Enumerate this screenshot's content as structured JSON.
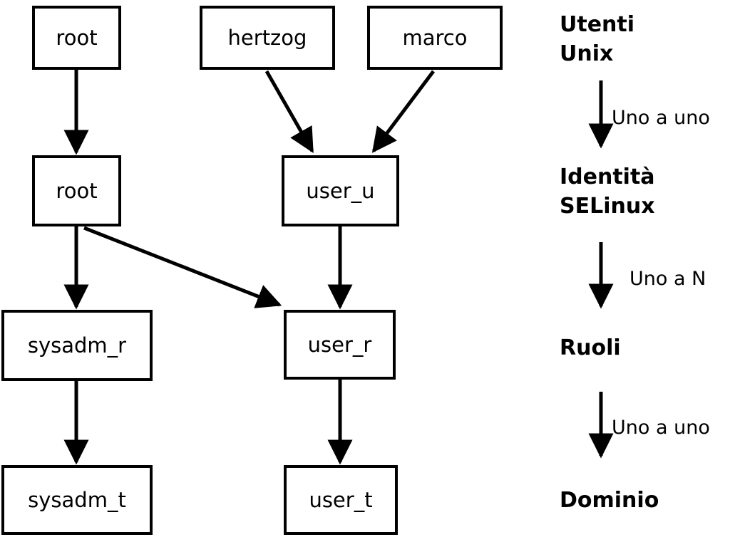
{
  "nodes": {
    "root_unix": "root",
    "hertzog": "hertzog",
    "marco": "marco",
    "root_selinux": "root",
    "user_u": "user_u",
    "sysadm_r": "sysadm_r",
    "user_r": "user_r",
    "sysadm_t": "sysadm_t",
    "user_t": "user_t"
  },
  "legend": {
    "level1_line1": "Utenti",
    "level1_line2": "Unix",
    "mapping1": "Uno a uno",
    "level2_line1": "Identità",
    "level2_line2": "SELinux",
    "mapping2": "Uno a N",
    "level3": "Ruoli",
    "mapping3": "Uno a uno",
    "level4": "Dominio"
  },
  "colors": {
    "line": "#000000",
    "background": "#ffffff"
  }
}
